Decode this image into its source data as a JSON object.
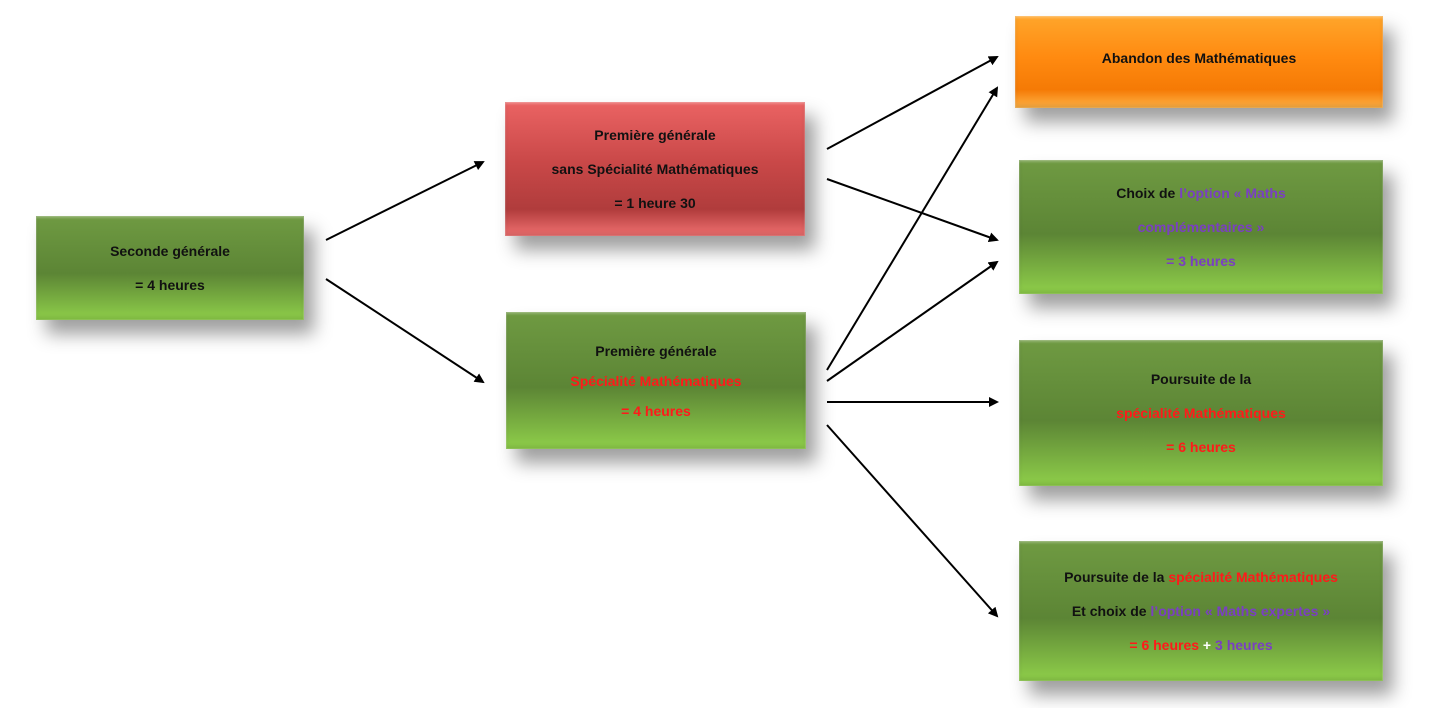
{
  "colors": {
    "green": "#5c8535",
    "red_box": "#c94848",
    "orange_box": "#ff8a10",
    "red_text": "#ff1a1a",
    "purple_text": "#7a3fc2",
    "arrow": "#000000"
  },
  "nodes": {
    "seconde": {
      "line1": "Seconde générale",
      "line2": "= 4 heures"
    },
    "premiere_sans": {
      "line1": "Première générale",
      "line2": "sans Spécialité Mathématiques",
      "line3": "= 1 heure 30"
    },
    "premiere_spe": {
      "line1": "Première générale",
      "line2": "Spécialité Mathématiques",
      "line3": "= 4 heures"
    },
    "abandon": {
      "line1": "Abandon des Mathématiques"
    },
    "complementaires": {
      "line1_a": "Choix de ",
      "line1_b": "l’option « Maths",
      "line2": "complémentaires »",
      "line3": "= 3 heures"
    },
    "poursuite": {
      "line1": "Poursuite de la",
      "line2": "spécialité Mathématiques",
      "line3": "= 6 heures"
    },
    "expertes": {
      "line1_a": "Poursuite de la ",
      "line1_b": "spécialité Mathématiques",
      "line2_a": "Et choix de ",
      "line2_b": "l’option « Maths expertes »",
      "line3_a": "= 6 heures",
      "line3_b": " + ",
      "line3_c": "3 heures"
    }
  }
}
